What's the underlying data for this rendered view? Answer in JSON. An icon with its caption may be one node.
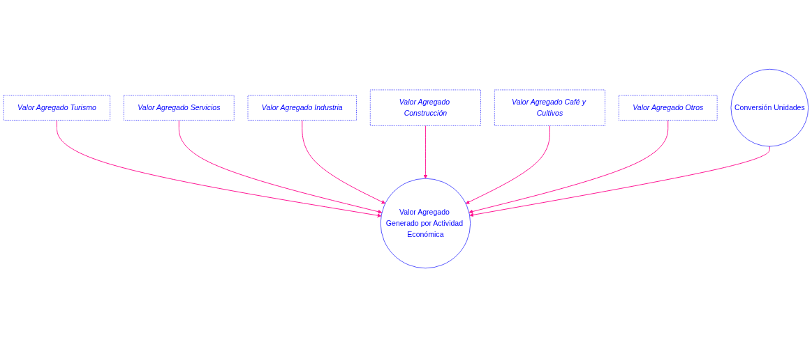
{
  "diagram": {
    "nodes": [
      {
        "text": [
          "Valor Agregado Turismo"
        ]
      },
      {
        "text": [
          "Valor Agregado Servicios"
        ]
      },
      {
        "text": [
          "Valor Agregado Industria"
        ]
      },
      {
        "text": [
          "Valor Agregado Construcción"
        ]
      },
      {
        "text": [
          "Valor Agregado Café y Cultivos"
        ]
      },
      {
        "text": [
          "Valor Agregado Otros"
        ]
      },
      {
        "text": [
          "Valor Agregado Generado por Actividad Económica"
        ]
      },
      {
        "text": [
          "Conversión Unidades"
        ]
      }
    ],
    "edges": [
      {
        "from": 0,
        "to": 6,
        "arrow": "to"
      },
      {
        "from": 1,
        "to": 6,
        "arrow": "to"
      },
      {
        "from": 2,
        "to": 6,
        "arrow": "to"
      },
      {
        "from": 3,
        "to": 6,
        "arrow": "to"
      },
      {
        "from": 4,
        "to": 6,
        "arrow": "to"
      },
      {
        "from": 5,
        "to": 6,
        "arrow": "to"
      },
      {
        "from": 7,
        "to": 6,
        "arrow": "to"
      }
    ]
  }
}
